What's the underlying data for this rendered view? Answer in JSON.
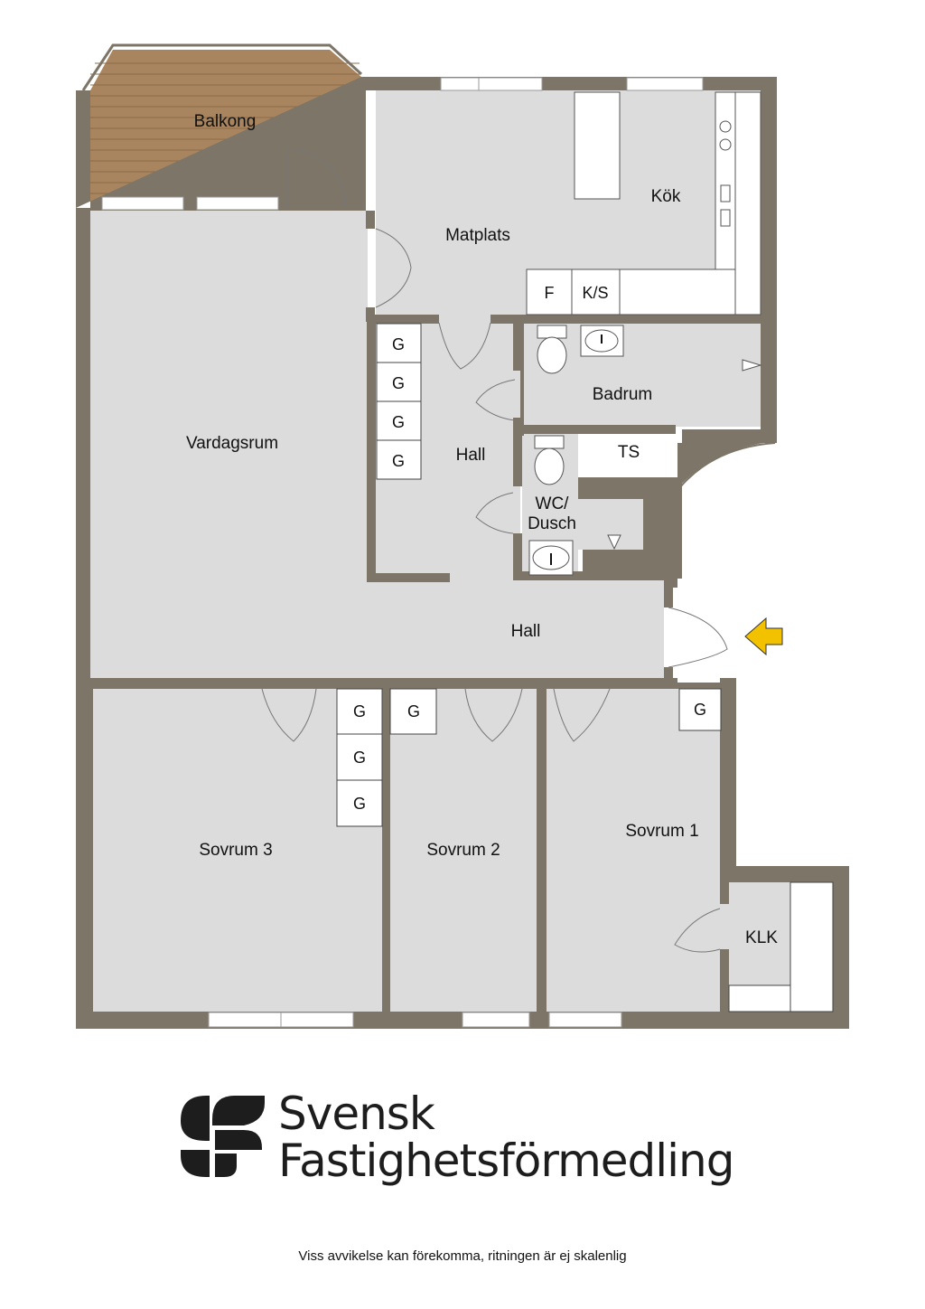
{
  "rooms": {
    "balkong": "Balkong",
    "kok": "Kök",
    "matplats": "Matplats",
    "vardagsrum": "Vardagsrum",
    "hall_upper": "Hall",
    "hall_main": "Hall",
    "badrum": "Badrum",
    "ts": "TS",
    "wc_line1": "WC/",
    "wc_line2": "Dusch",
    "sovrum1": "Sovrum 1",
    "sovrum2": "Sovrum 2",
    "sovrum3": "Sovrum 3",
    "klk": "KLK"
  },
  "fixtures": {
    "fridge": "F",
    "freezer": "K/S",
    "wardrobe": "G"
  },
  "brand": {
    "line1": "Svensk",
    "line2": "Fastighetsförmedling"
  },
  "disclaimer": "Viss avvikelse kan förekomma, ritningen är ej skalenlig",
  "colors": {
    "wall": "#7d7567",
    "floor": "#dcdcdc",
    "balcony": "#a8855f",
    "entrance_arrow": "#f2c200"
  }
}
